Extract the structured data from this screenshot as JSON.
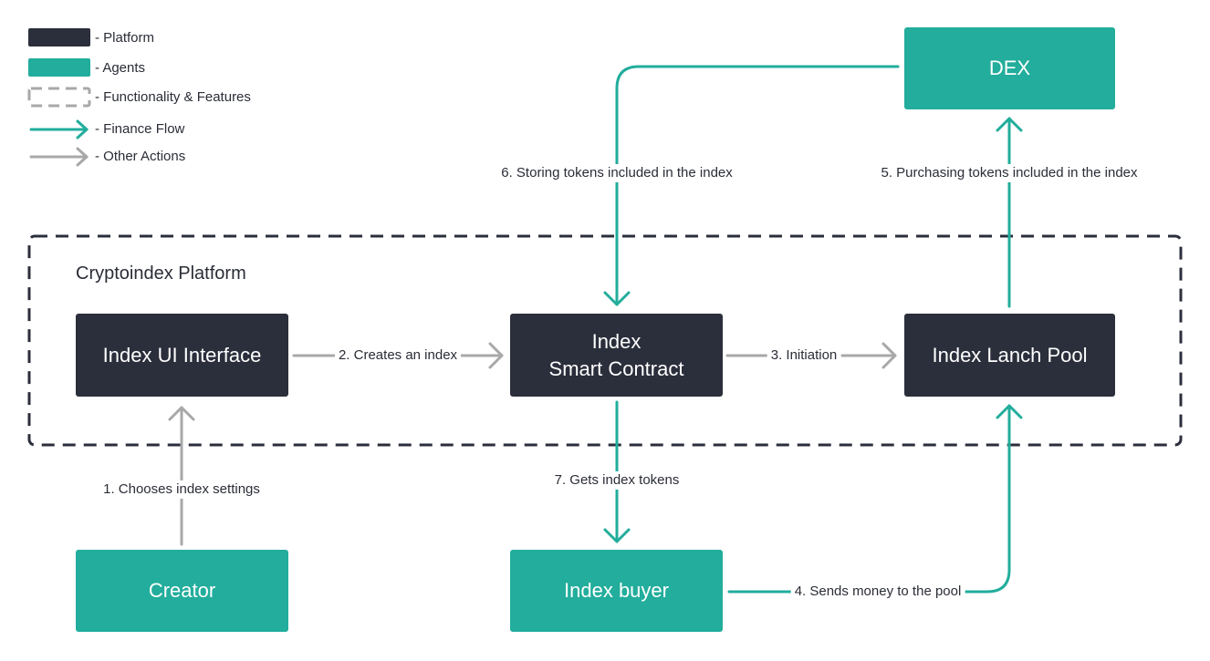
{
  "colors": {
    "platform": "#2b2e3b",
    "agent": "#22ad9c",
    "feature_border": "#2b2e3b",
    "finance_flow": "#22ad9c",
    "other_action": "#a8a8a8"
  },
  "legend": {
    "platform": "- Platform",
    "agents": "- Agents",
    "features": "- Functionality & Features",
    "finance_flow": "- Finance Flow",
    "other_actions": "- Other Actions"
  },
  "region": {
    "title": "Cryptoindex Platform"
  },
  "nodes": {
    "ui_interface": "Index UI Interface",
    "smart_contract": "Index\nSmart Contract",
    "launch_pool": "Index Lanch Pool",
    "dex": "DEX",
    "creator": "Creator",
    "buyer": "Index buyer"
  },
  "edges": {
    "chooses_settings": "1. Chooses index settings",
    "creates_index": "2. Creates an index",
    "initiation": "3. Initiation",
    "sends_money": "4. Sends money to the pool",
    "purchasing_tokens": "5. Purchasing tokens included in the index",
    "storing_tokens": "6. Storing tokens included in the index",
    "gets_tokens": "7. Gets index tokens"
  }
}
